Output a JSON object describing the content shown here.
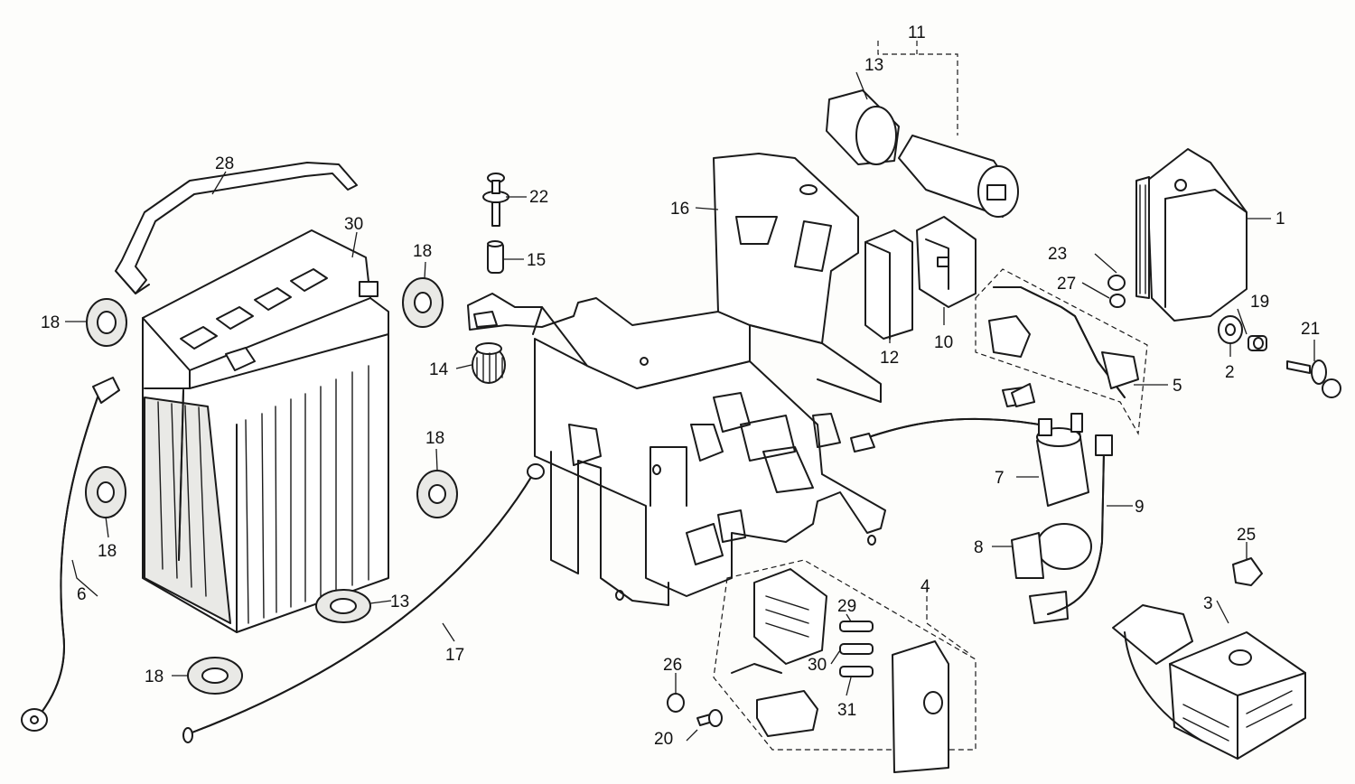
{
  "diagram": {
    "callouts": {
      "c1": "1",
      "c2": "2",
      "c3": "3",
      "c4": "4",
      "c5": "5",
      "c6": "6",
      "c7": "7",
      "c8": "8",
      "c9": "9",
      "c10": "10",
      "c11": "11",
      "c12": "12",
      "c13a": "13",
      "c13b": "13",
      "c14": "14",
      "c15": "15",
      "c16": "16",
      "c17": "17",
      "c18a": "18",
      "c18b": "18",
      "c18c": "18",
      "c18d": "18",
      "c18e": "18",
      "c19": "19",
      "c20": "20",
      "c21": "21",
      "c22": "22",
      "c23": "23",
      "c25": "25",
      "c26": "26",
      "c27": "27",
      "c28": "28",
      "c29": "29",
      "c30a": "30",
      "c30b": "30",
      "c31": "31"
    }
  }
}
